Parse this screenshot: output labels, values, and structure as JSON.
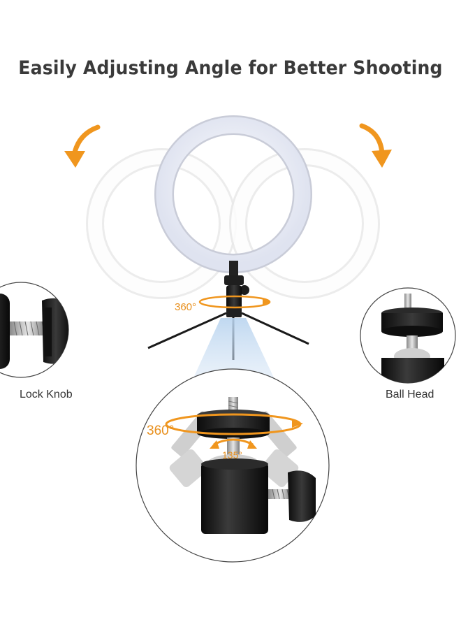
{
  "headline": "Easily Adjusting Angle for Better Shooting",
  "labels": {
    "lock_knob": "Lock Knob",
    "ball_head": "Ball Head",
    "rotate_top": "360°",
    "rotate_bottom": "360°",
    "tilt": "135°"
  },
  "colors": {
    "accent": "#f0961e",
    "ring_light": "#eef0f8",
    "ring_ghost": "#fbfbfb",
    "metal_dark": "#1c1c1c"
  },
  "icons": {
    "left_arrow": "curved-arrow-down-left-icon",
    "right_arrow": "curved-arrow-down-right-icon"
  }
}
